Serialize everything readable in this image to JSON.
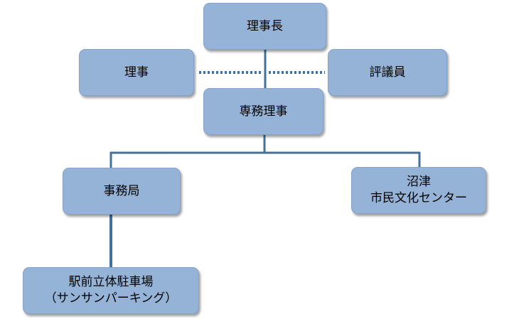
{
  "nodes": {
    "chairman": "理事長",
    "director": "理事",
    "councilor": "評議員",
    "executive_director": "専務理事",
    "secretariat": "事務局",
    "culture_center": [
      "沼津",
      "市民文化センター"
    ],
    "parking": [
      "駅前立体駐車場",
      "（サンサンパーキング）"
    ]
  },
  "colors": {
    "box_fill": "#95b3d7",
    "connector": "#41719c",
    "text": "#000000"
  }
}
